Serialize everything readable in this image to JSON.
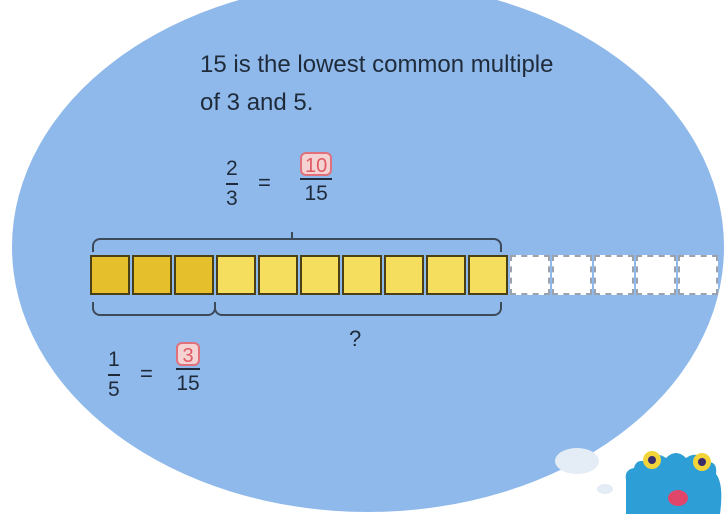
{
  "caption": "15 is the lowest common multiple of 3 and 5.",
  "top_equation": {
    "left": {
      "numerator": "2",
      "denominator": "3"
    },
    "equals": "=",
    "right": {
      "numerator": "10",
      "denominator": "15"
    }
  },
  "bottom_equation": {
    "left": {
      "numerator": "1",
      "denominator": "5"
    },
    "equals": "=",
    "right": {
      "numerator": "3",
      "denominator": "15"
    }
  },
  "unknown_label": "?",
  "strip": {
    "total_parts": 15,
    "shaded_parts": 10,
    "first_group_parts": 3
  },
  "colors": {
    "bubble": "#8fb9ea",
    "dark_cell": "#e6bf2c",
    "light_cell": "#f5dd5d",
    "answer_highlight": "#e05a64"
  }
}
